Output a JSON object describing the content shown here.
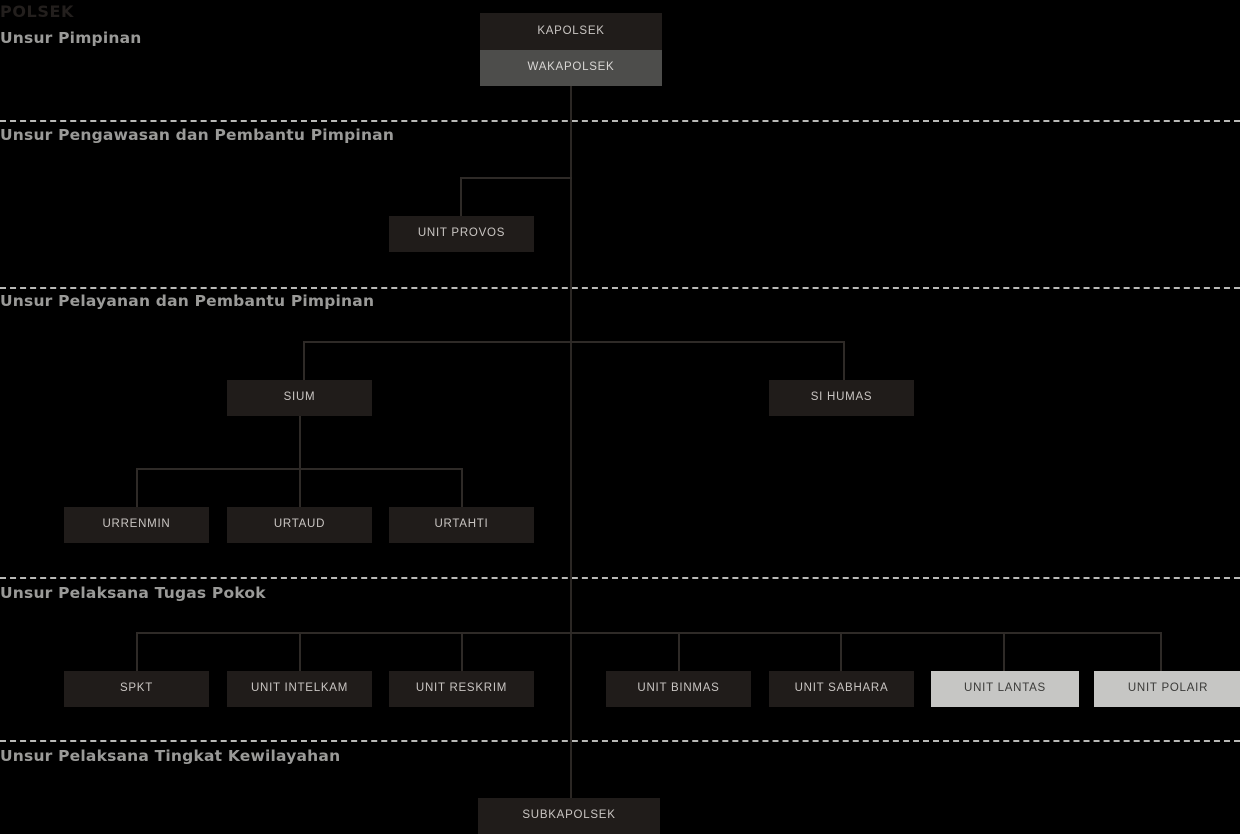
{
  "title": "POLSEK",
  "colors": {
    "background": "#000000",
    "node_dark": "#201c1a",
    "node_mid": "#4d4d4b",
    "node_light": "#c6c6c4",
    "text_light": "#c9c5c2",
    "text_dark": "#3a3a38",
    "section_label": "#9a9a98",
    "divider": "#b9b9b7",
    "connector": "#2e2a27"
  },
  "sections": [
    {
      "label": "Unsur Pimpinan"
    },
    {
      "label": "Unsur Pengawasan dan Pembantu Pimpinan"
    },
    {
      "label": "Unsur Pelayanan dan Pembantu Pimpinan"
    },
    {
      "label": "Unsur Pelaksana Tugas Pokok"
    },
    {
      "label": "Unsur Pelaksana Tingkat Kewilayahan"
    }
  ],
  "nodes": {
    "kapolsek": "KAPOLSEK",
    "wakapolsek": "WAKAPOLSEK",
    "unit_provos": "UNIT PROVOS",
    "sium": "SIUM",
    "si_humas": "SI HUMAS",
    "urrenmin": "URRENMIN",
    "urtaud": "URTAUD",
    "urtahti": "URTAHTI",
    "spkt": "SPKT",
    "unit_intelkam": "UNIT INTELKAM",
    "unit_reskrim": "UNIT RESKRIM",
    "unit_binmas": "UNIT BINMAS",
    "unit_sabhara": "UNIT SABHARA",
    "unit_lantas": "UNIT LANTAS",
    "unit_polair": "UNIT POLAIR",
    "subkapolsek": "SUBKAPOLSEK"
  }
}
